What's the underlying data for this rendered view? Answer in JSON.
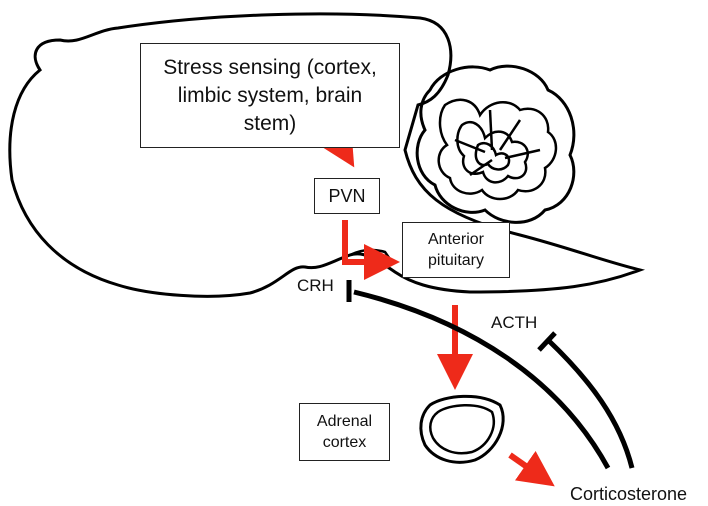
{
  "labels": {
    "stress_sensing": "Stress sensing (cortex, limbic system, brain stem)",
    "pvn": "PVN",
    "anterior_pituitary": "Anterior pituitary",
    "crh": "CRH",
    "acth": "ACTH",
    "adrenal_cortex": "Adrenal cortex",
    "corticosterone": "Corticosterone"
  },
  "colors": {
    "activation_arrow": "#ee2a1a",
    "inhibition_line": "#000000",
    "brain_outline": "#000000"
  }
}
